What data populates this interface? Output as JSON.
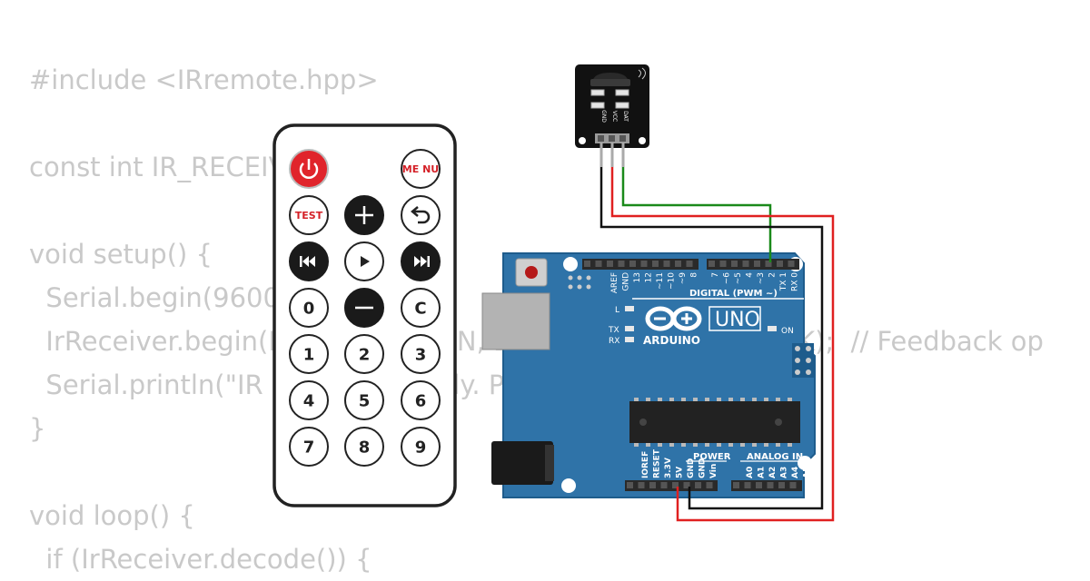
{
  "code_lines": [
    "#include <IRremote.hpp>",
    "",
    "const int IR_RECEIVE_PIN = 2;",
    "",
    "void setup() {",
    "  Serial.begin(9600);",
    "  IrReceiver.begin(IR_RECEIVE_PIN, ENABLE_LED_FEEDBACK);  // Feedback op",
    "  Serial.println(\"IR Receiver Ready. Press Some Buttons\");",
    "}",
    "",
    "void loop() {",
    "  if (IrReceiver.decode()) {"
  ],
  "remote": {
    "buttons": [
      {
        "id": "power",
        "label": "",
        "icon": "power-icon"
      },
      {
        "id": "menu",
        "label": "ME NU"
      },
      {
        "id": "test",
        "label": "TEST"
      },
      {
        "id": "plus",
        "label": "",
        "icon": "plus-icon"
      },
      {
        "id": "back",
        "label": "",
        "icon": "undo-arrow-icon"
      },
      {
        "id": "prev",
        "label": "",
        "icon": "previous-track-icon"
      },
      {
        "id": "play",
        "label": "",
        "icon": "play-icon"
      },
      {
        "id": "next",
        "label": "",
        "icon": "next-track-icon"
      },
      {
        "id": "0",
        "label": "0"
      },
      {
        "id": "minus",
        "label": "",
        "icon": "minus-icon"
      },
      {
        "id": "c",
        "label": "C"
      },
      {
        "id": "1",
        "label": "1"
      },
      {
        "id": "2",
        "label": "2"
      },
      {
        "id": "3",
        "label": "3"
      },
      {
        "id": "4",
        "label": "4"
      },
      {
        "id": "5",
        "label": "5"
      },
      {
        "id": "6",
        "label": "6"
      },
      {
        "id": "7",
        "label": "7"
      },
      {
        "id": "8",
        "label": "8"
      },
      {
        "id": "9",
        "label": "9"
      }
    ]
  },
  "ir_sensor": {
    "pins": [
      "GND",
      "VCC",
      "DAT"
    ]
  },
  "arduino": {
    "logo": "ARDUINO",
    "model": "UNO",
    "on_label": "ON",
    "l_label": "L",
    "tx_label": "TX",
    "rx_label": "RX",
    "digital_label": "DIGITAL (PWM ~)",
    "power_label": "POWER",
    "analog_label": "ANALOG IN",
    "digital_pins": [
      "AREF",
      "GND",
      "13",
      "12",
      "~11",
      "~10",
      "~9",
      "8",
      "7",
      "~6",
      "~5",
      "4",
      "~3",
      "2",
      "TX 1",
      "RX 0"
    ],
    "power_pins": [
      "IOREF",
      "RESET",
      "3.3V",
      "5V",
      "GND",
      "GND",
      "Vin"
    ],
    "analog_pins": [
      "A0",
      "A1",
      "A2",
      "A3",
      "A4",
      "A5"
    ]
  },
  "colors": {
    "board": "#2f73a8",
    "board_dark": "#1e5c8c",
    "wire_red": "#e02020",
    "wire_green": "#1a8a1a",
    "wire_black": "#111111",
    "power_button": "#e0242b",
    "code_text": "#c9c9c9"
  }
}
